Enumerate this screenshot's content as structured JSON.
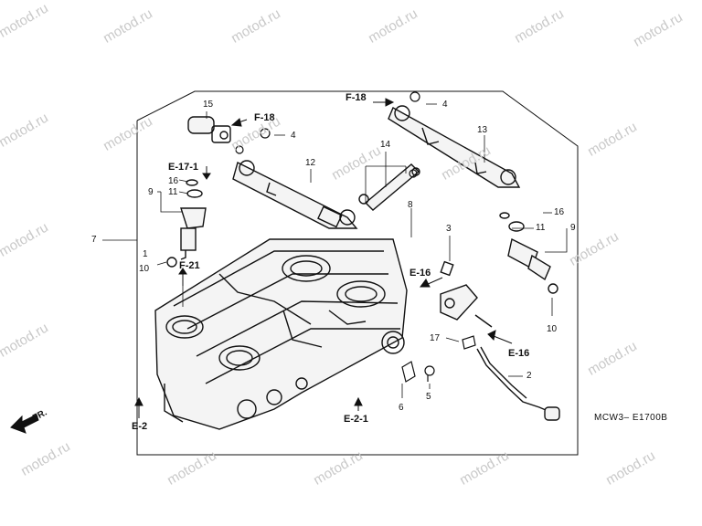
{
  "watermark": "motod.ru",
  "diagram_code": "MCW3– E1700B",
  "direction_label": "FR.",
  "callouts": {
    "c1": "1",
    "c2": "2",
    "c3": "3",
    "c4a": "4",
    "c4b": "4",
    "c5": "5",
    "c6": "6",
    "c7": "7",
    "c8": "8",
    "c9a": "9",
    "c9b": "9",
    "c10a": "10",
    "c10b": "10",
    "c11a": "11",
    "c11b": "11",
    "c12": "12",
    "c13": "13",
    "c14": "14",
    "c15": "15",
    "c16a": "16",
    "c16b": "16",
    "c17": "17"
  },
  "refs": {
    "f18a": "F-18",
    "f18b": "F-18",
    "e171": "E-17-1",
    "f21": "F-21",
    "e16a": "E-16",
    "e16b": "E-16",
    "e2": "E-2",
    "e21": "E-2-1"
  }
}
